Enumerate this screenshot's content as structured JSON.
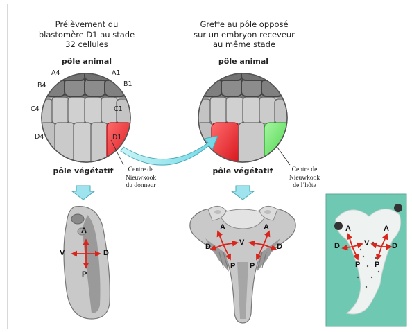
{
  "titles": {
    "left": [
      "Prélèvement du",
      "blastomère D1 au stade",
      "32 cellules"
    ],
    "right": [
      "Greffe au pôle opposé",
      "sur un embryon receveur",
      "au même stade"
    ]
  },
  "poles": {
    "left_animal": "pôle animal",
    "right_animal": "pôle animal",
    "left_vegetal": "pôle végétatif",
    "right_vegetal": "pôle végétatif"
  },
  "blastomeres": {
    "a4": "A4",
    "a1": "A1",
    "b4": "B4",
    "b1": "B1",
    "c4": "C4",
    "c1": "C1",
    "d4": "D4",
    "d1": "D1"
  },
  "notes": {
    "donor": [
      "Centre de",
      "Nieuwkook",
      "du donneur"
    ],
    "host": [
      "Centre de",
      "Nieuwkook",
      "de l’hôte"
    ]
  },
  "axes": {
    "left": {
      "a": "A",
      "p": "P",
      "v": "V",
      "d": "D"
    },
    "mid_left": {
      "a": "A",
      "p": "P",
      "d": "D",
      "v": "V"
    },
    "mid_right": {
      "a": "A",
      "p": "P",
      "d": "D"
    },
    "photo_left": {
      "a": "A",
      "p": "P",
      "d": "D",
      "v": "V"
    },
    "photo_right": {
      "a": "A",
      "p": "P",
      "d": "D"
    }
  },
  "colors": {
    "cell_light": "#c9c9c9",
    "cell_dark": "#6e6e6e",
    "donor_red": "#e8232a",
    "host_green": "#5de55d",
    "arrow_cyan": "#8fe3ee",
    "axis_red": "#d9261c",
    "photo_bg": "#6fc8b2"
  }
}
